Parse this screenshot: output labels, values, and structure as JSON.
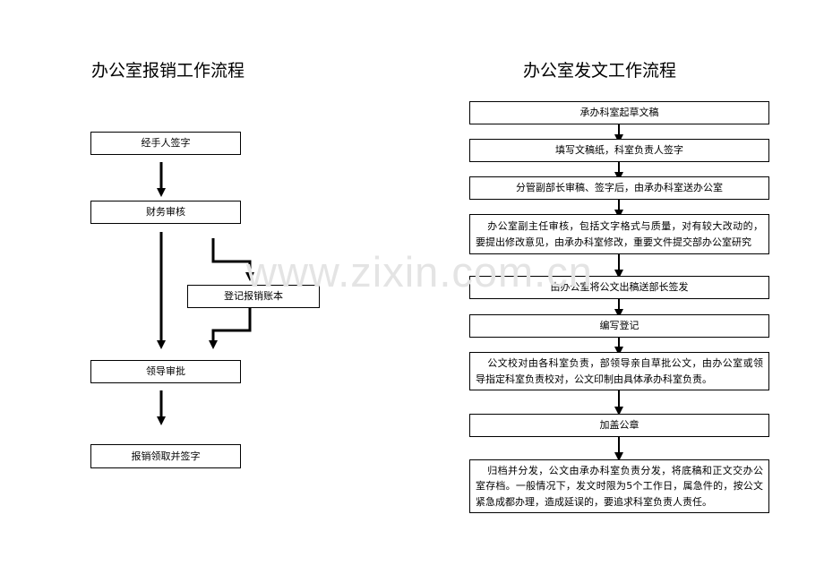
{
  "left": {
    "title": "办公室报销工作流程",
    "steps": [
      "经手人签字",
      "财务审核",
      "登记报销账本",
      "领导审批",
      "报销领取并签字"
    ]
  },
  "right": {
    "title": "办公室发文工作流程",
    "steps": [
      "承办科室起草文稿",
      "填写文稿纸，科室负责人签字",
      "分管副部长审稿、签字后，由承办科室送办公室",
      "办公室副主任审核，包括文字格式与质量，对有较大改动的，要提出修改意见，由承办科室修改，重要文件提交部办公室研究",
      "由办公室将公文出稿送部长签发",
      "编写登记",
      "公文校对由各科室负责，部领导亲自草批公文，由办公室或领导指定科室负责校对，公文印制由具体承办科室负责。",
      "加盖公章",
      "归档并分发，公文由承办科室负责分发，将底稿和正文交办公室存档。一般情况下，发文时限为5个工作日，属急件的，按公文紧急成都办理，造成延误的，要追求科室负责人责任。"
    ]
  },
  "watermark": "www.zixin.com.cn"
}
